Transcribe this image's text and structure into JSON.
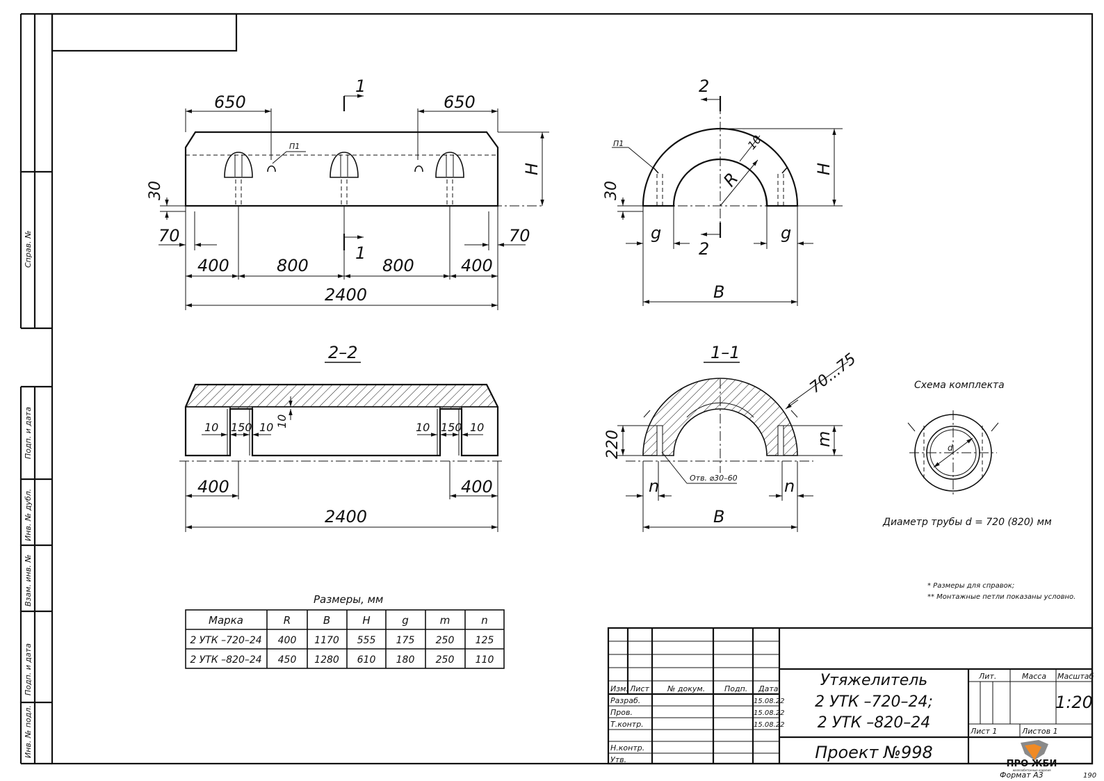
{
  "side_stamps": [
    "Справ. №",
    "Подп. и дата",
    "Инв. № дубл.",
    "Взам. инв. №",
    "Подп. и дата",
    "Инв. № подл."
  ],
  "section_marks": {
    "s1": "1",
    "s2": "2",
    "view_22": "2–2",
    "view_11": "1–1"
  },
  "front_view": {
    "dim_650_left": "650",
    "dim_650_right": "650",
    "loop_label": "П1",
    "dim_H": "H",
    "dim_30": "30",
    "dim_70_left": "70",
    "dim_70_right": "70",
    "dim_400_left": "400",
    "dim_800_left": "800",
    "dim_800_right": "800",
    "dim_400_right": "400",
    "dim_2400": "2400"
  },
  "end_view": {
    "loop_label": "П1",
    "dim_10": "10",
    "dim_R": "R",
    "dim_H": "H",
    "dim_30": "30",
    "dim_g_left": "g",
    "dim_g_right": "g",
    "dim_B": "B"
  },
  "section_22": {
    "d10a": "10",
    "d150a": "150",
    "d10b": "10",
    "d10c": "10",
    "d10d": "10",
    "d150b": "150",
    "d10e": "10",
    "dim_400_left": "400",
    "dim_400_right": "400",
    "dim_2400": "2400"
  },
  "section_11": {
    "dim_7075": "70...75",
    "dim_220": "220",
    "dim_m": "m",
    "hole_label": "Отв. ⌀30–60",
    "dim_n_left": "n",
    "dim_n_right": "n",
    "dim_B": "B"
  },
  "kit": {
    "title": "Схема комплекта",
    "d_label": "d",
    "pipe_diameter": "Диаметр трубы  d = 720 (820)  мм"
  },
  "notes": [
    "* Размеры для справок;",
    "** Монтажные петли показаны условно."
  ],
  "table": {
    "title": "Размеры, мм",
    "headers": [
      "Марка",
      "R",
      "B",
      "H",
      "g",
      "m",
      "n"
    ],
    "rows": [
      [
        "2 УТК –720–24",
        "400",
        "1170",
        "555",
        "175",
        "250",
        "125"
      ],
      [
        "2 УТК –820–24",
        "450",
        "1280",
        "610",
        "180",
        "250",
        "110"
      ]
    ]
  },
  "title_block": {
    "col_izm": "Изм.",
    "col_list": "Лист",
    "col_doc": "№ докум.",
    "col_podp": "Подп.",
    "col_date": "Дата",
    "razrab": "Разраб.",
    "prov": "Пров.",
    "tkontr": "Т.контр.",
    "nkontr": "Н.контр.",
    "utv": "Утв.",
    "date1": "15.08.22",
    "date2": "15.08.22",
    "date3": "15.08.22",
    "name_line1": "Утяжелитель",
    "name_line2": "2 УТК –720–24;",
    "name_line3": "2 УТК –820–24",
    "lit": "Лит.",
    "massa": "Масса",
    "masshtab": "Масштаб",
    "scale": "1:20",
    "sheet": "Лист 1",
    "sheets": "Листов 1",
    "project": "Проект  №998",
    "logo_text": "ПРО ЖБИ",
    "logo_sub": "железобетонные изделия"
  },
  "format": "Формат А3",
  "page_num": "190"
}
